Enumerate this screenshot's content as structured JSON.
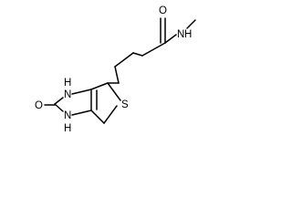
{
  "molecule": {
    "amide_oxygen": "O",
    "amide_nitrogen": "N",
    "amide_hydrogen": "H",
    "upper_nh": "H",
    "upper_n": "N",
    "carbonyl_oxygen": "O",
    "lower_nh": "H",
    "lower_n": "N",
    "ring_sulfur": "S"
  }
}
